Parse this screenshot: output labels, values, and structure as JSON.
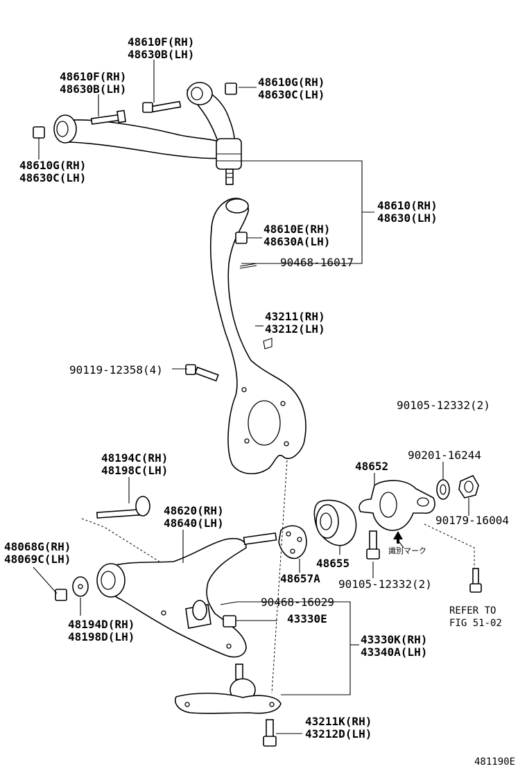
{
  "callouts": {
    "c_48610F_48630B_top": [
      "48610F(RH)",
      "48630B(LH)"
    ],
    "c_48610F_48630B_left": [
      "48610F(RH)",
      "48630B(LH)"
    ],
    "c_48610G_48630C_right": [
      "48610G(RH)",
      "48630C(LH)"
    ],
    "c_48610G_48630C_left": [
      "48610G(RH)",
      "48630C(LH)"
    ],
    "c_48610_48630": [
      "48610(RH)",
      "48630(LH)"
    ],
    "c_48610E_48630A": [
      "48610E(RH)",
      "48630A(LH)"
    ],
    "c_90468_16017": [
      "90468-16017"
    ],
    "c_43211_43212": [
      "43211(RH)",
      "43212(LH)"
    ],
    "c_90119_12358": [
      "90119-12358(4)"
    ],
    "c_90105_12332_top": [
      "90105-12332(2)"
    ],
    "c_48194C_48198C": [
      "48194C(RH)",
      "48198C(LH)"
    ],
    "c_48652": [
      "48652"
    ],
    "c_90201_16244": [
      "90201-16244"
    ],
    "c_48620_48640": [
      "48620(RH)",
      "48640(LH)"
    ],
    "c_90179_16004": [
      "90179-16004"
    ],
    "c_48068G_48069C": [
      "48068G(RH)",
      "48069C(LH)"
    ],
    "c_48655": [
      "48655"
    ],
    "c_48657A": [
      "48657A"
    ],
    "c_90105_12332_bottom": [
      "90105-12332(2)"
    ],
    "c_90468_16029": [
      "90468-16029"
    ],
    "c_43330E": [
      "43330E"
    ],
    "c_48194D_48198D": [
      "48194D(RH)",
      "48198D(LH)"
    ],
    "c_43330K_43340A": [
      "43330K(RH)",
      "43340A(LH)"
    ],
    "c_43211K_43212D": [
      "43211K(RH)",
      "43212D(LH)"
    ]
  },
  "identification_mark": "識別マーク",
  "refer_note": [
    "REFER TO",
    "FIG 51-02"
  ],
  "figure_id": "481190E"
}
